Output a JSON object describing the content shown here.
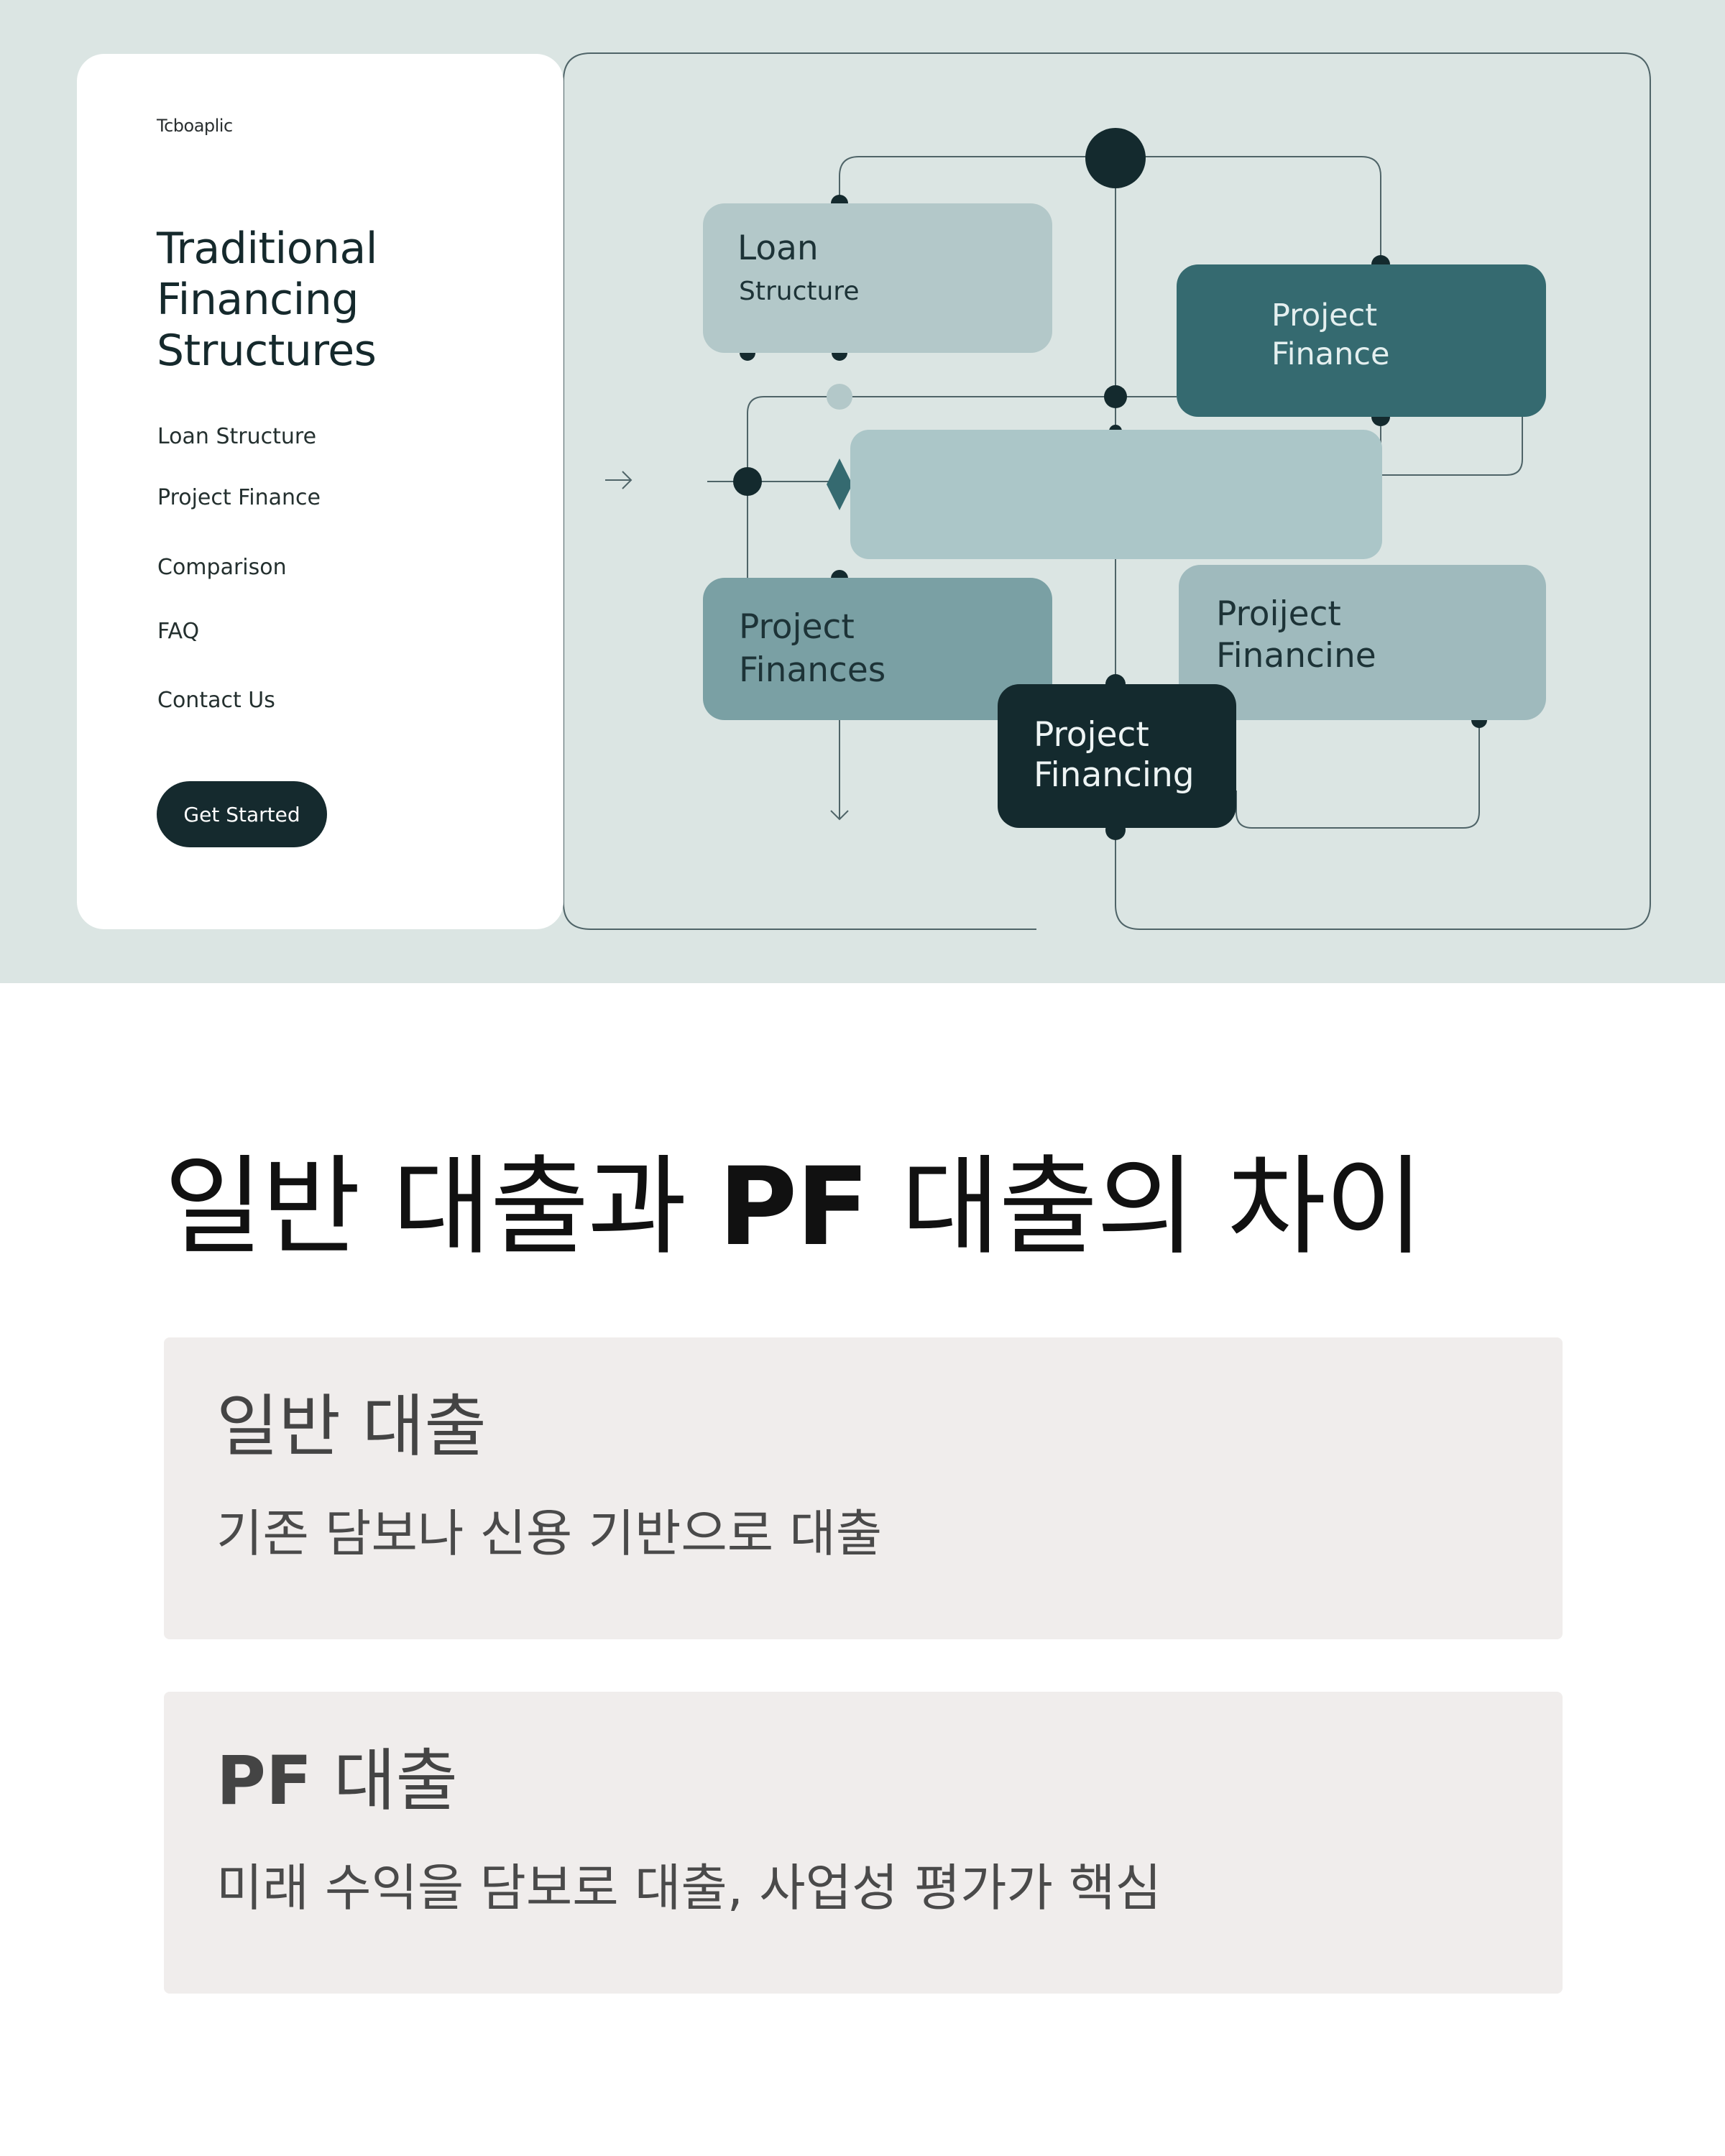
{
  "hero": {
    "brand": "Tcboaplic",
    "title_lines": [
      "Traditional",
      "Financing",
      "Structures"
    ],
    "nav": [
      "Loan Structure",
      "Project Finance",
      "Comparison",
      "FAQ",
      "Contact Us"
    ],
    "cta": "Get Started",
    "diagram": {
      "nodes": [
        {
          "line1": "Loan",
          "line2": "Structure"
        },
        {
          "line1": "Project",
          "line2": "Finance"
        },
        {
          "line1": "Project",
          "line2": "Finances"
        },
        {
          "line1": "Proiject",
          "line2": "Financine"
        },
        {
          "line1": "Project",
          "line2": "Financing"
        }
      ],
      "colors": {
        "background": "#dbe5e3",
        "dark": "#142a2e",
        "teal": "#356a70",
        "light": "#b3c8c9"
      }
    }
  },
  "content": {
    "heading_part1": "일반 대출과 ",
    "heading_bold": "PF",
    "heading_part2": " 대출의 차이",
    "cards": [
      {
        "title_bold": "",
        "title": "일반 대출",
        "body": "기존 담보나 신용 기반으로 대출"
      },
      {
        "title_bold": "PF",
        "title": " 대출",
        "body": "미래 수익을 담보로 대출, 사업성 평가가 핵심"
      }
    ],
    "card_bg": "#f0edec"
  }
}
